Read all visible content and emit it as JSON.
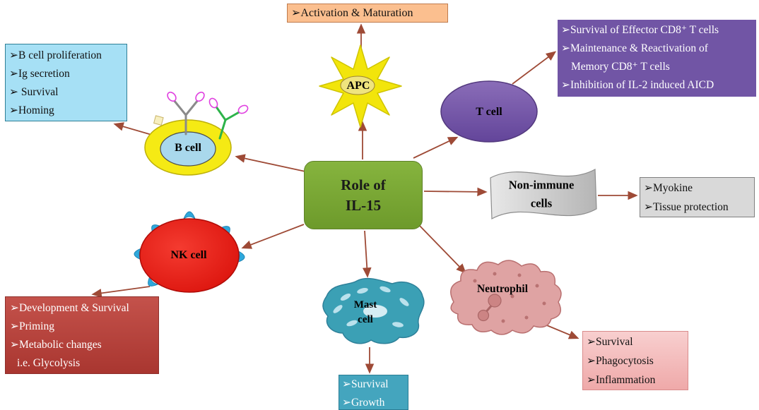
{
  "palette": {
    "center_green": "#76A832",
    "arrow_brown": "#9E4A36",
    "apc_yellow": "#F2E50B",
    "t_cell_purple": "#7459A8",
    "b_cell_yellow": "#F5EA14",
    "b_cell_inner_blue": "#A9D8EC",
    "nk_red": "#E81410",
    "nk_spike_blue": "#2FA8DC",
    "mast_teal": "#3BA0B5",
    "neutrophil_pink": "#DFA3A3",
    "non_immune_gray": "#C9C9C9",
    "box_orange": "#FBBF8F",
    "box_purple": "#7155A5",
    "box_light_blue": "#A6E0F5",
    "box_dark_red": "#B03A35",
    "box_teal": "#44A5BE",
    "box_pink": "#F2B6B6",
    "box_gray": "#D9D9D9"
  },
  "center": {
    "line1": "Role of",
    "line2": "IL-15"
  },
  "cells": {
    "apc": "APC",
    "t_cell": "T cell",
    "b_cell": "B cell",
    "nk_cell": "NK cell",
    "mast_line1": "Mast",
    "mast_line2": "cell",
    "neutrophil": "Neutrophil",
    "non_immune_line1": "Non-immune",
    "non_immune_line2": "cells"
  },
  "boxes": {
    "apc_effects": {
      "lines": [
        "➢Activation & Maturation"
      ]
    },
    "t_effects": {
      "lines": [
        "➢Survival of Effector CD8⁺ T cells",
        "➢Maintenance & Reactivation of",
        "Memory CD8⁺ T cells",
        "➢Inhibition of IL-2 induced AICD"
      ]
    },
    "b_effects": {
      "lines": [
        "➢B cell proliferation",
        "➢Ig secretion",
        "➢ Survival",
        "➢Homing"
      ]
    },
    "nk_effects": {
      "lines": [
        "➢Development & Survival",
        "➢Priming",
        "➢Metabolic changes",
        "i.e. Glycolysis"
      ]
    },
    "mast_effects": {
      "lines": [
        "➢Survival",
        "➢Growth"
      ]
    },
    "neutrophil_effects": {
      "lines": [
        "➢Survival",
        "➢Phagocytosis",
        "➢Inflammation"
      ]
    },
    "non_immune_effects": {
      "lines": [
        "➢Myokine",
        "➢Tissue protection"
      ]
    }
  }
}
